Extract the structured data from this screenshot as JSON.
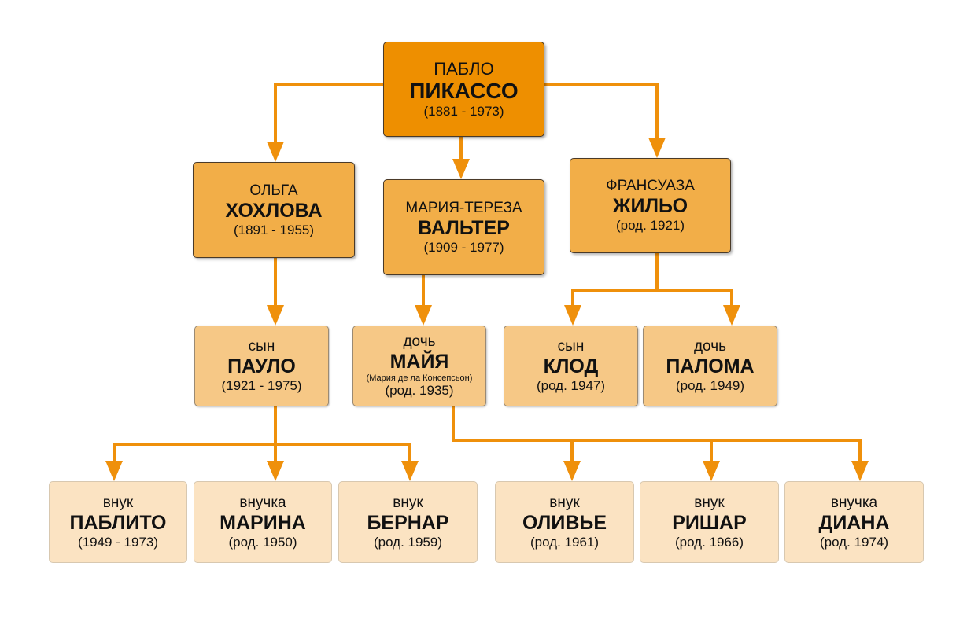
{
  "colors": {
    "root": "#ee8f00",
    "spouse": "#f2ae48",
    "child": "#f6c886",
    "grandchild": "#fbe3c2",
    "line": "#ef900b"
  },
  "root": {
    "first": "ПАБЛО",
    "last": "ПИКАССО",
    "dates": "(1881 - 1973)"
  },
  "spouses": [
    {
      "first": "ОЛЬГА",
      "last": "ХОХЛОВА",
      "dates": "(1891 - 1955)"
    },
    {
      "first": "МАРИЯ-ТЕРЕЗА",
      "last": "ВАЛЬТЕР",
      "dates": "(1909 - 1977)"
    },
    {
      "first": "ФРАНСУАЗА",
      "last": "ЖИЛЬО",
      "dates": "(род. 1921)"
    }
  ],
  "children": [
    {
      "role": "сын",
      "name": "ПАУЛО",
      "dates": "(1921 - 1975)"
    },
    {
      "role": "дочь",
      "name": "МАЙЯ",
      "note": "(Мария де ла Консепсьон)",
      "dates": "(род. 1935)"
    },
    {
      "role": "сын",
      "name": "КЛОД",
      "dates": "(род. 1947)"
    },
    {
      "role": "дочь",
      "name": "ПАЛОМА",
      "dates": "(род. 1949)"
    }
  ],
  "grandchildren": [
    {
      "role": "внук",
      "name": "ПАБЛИТО",
      "dates": "(1949 - 1973)"
    },
    {
      "role": "внучка",
      "name": "МАРИНА",
      "dates": "(род. 1950)"
    },
    {
      "role": "внук",
      "name": "БЕРНАР",
      "dates": "(род. 1959)"
    },
    {
      "role": "внук",
      "name": "ОЛИВЬЕ",
      "dates": "(род. 1961)"
    },
    {
      "role": "внук",
      "name": "РИШАР",
      "dates": "(род. 1966)"
    },
    {
      "role": "внучка",
      "name": "ДИАНА",
      "dates": "(род. 1974)"
    }
  ]
}
